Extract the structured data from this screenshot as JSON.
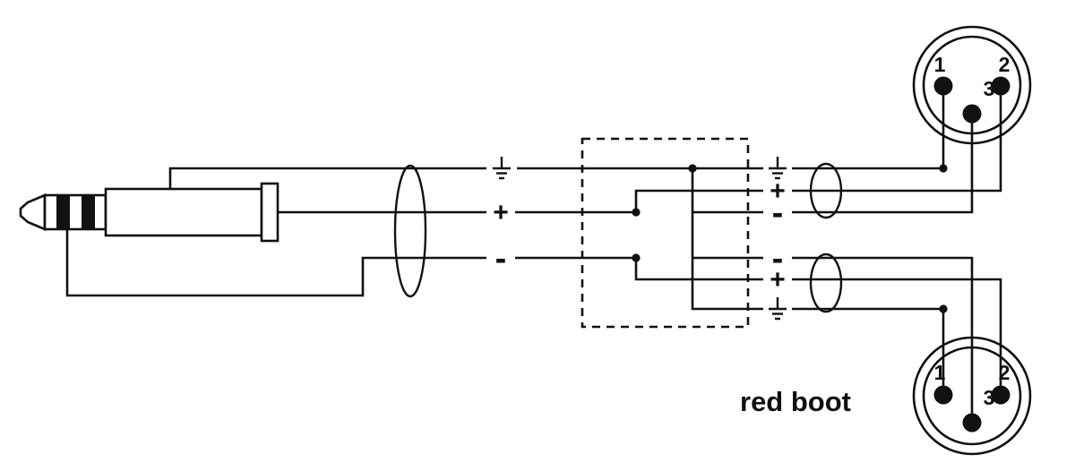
{
  "note": {
    "text": "red boot"
  },
  "labels": {
    "plus": "+",
    "minus": "-"
  },
  "connector_top": {
    "pins": [
      "1",
      "2",
      "3"
    ]
  },
  "connector_bottom": {
    "pins": [
      "1",
      "2",
      "3"
    ]
  },
  "colors": {
    "ink": "#111111",
    "paper": "#ffffff"
  }
}
